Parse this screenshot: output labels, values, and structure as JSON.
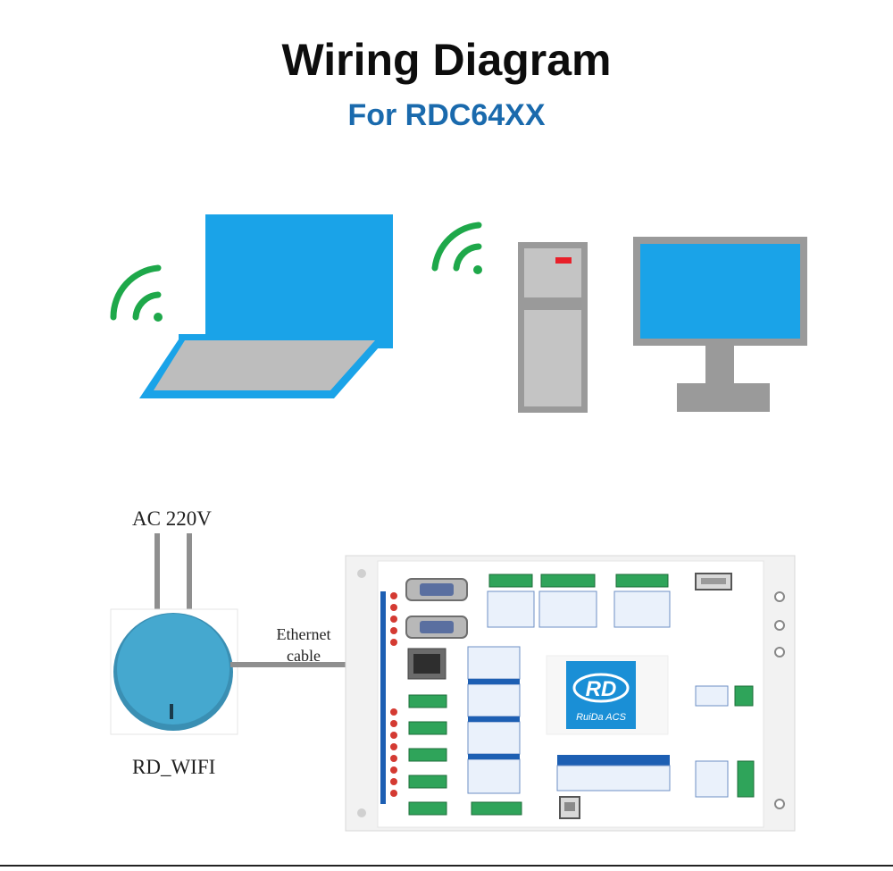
{
  "header": {
    "title": "Wiring Diagram",
    "subtitle": "For RDC64XX"
  },
  "labels": {
    "ac_power": "AC 220V",
    "ethernet_line1": "Ethernet",
    "ethernet_line2": "cable",
    "wifi_module": "RD_WIFI"
  },
  "board": {
    "logo_text": "RD",
    "brand_text": "RuiDa ACS"
  },
  "colors": {
    "screen_blue": "#1aa3e8",
    "wifi_green": "#1ea84a",
    "case_gray": "#9a9a9a",
    "board_blue": "#1d5fb3",
    "terminal_green": "#2fa45a"
  }
}
